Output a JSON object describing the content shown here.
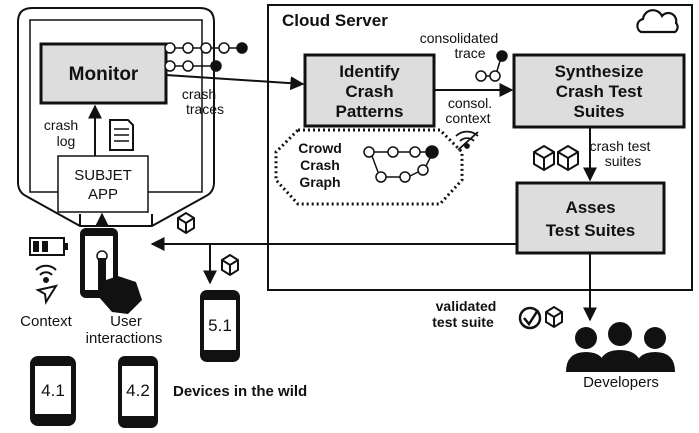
{
  "cloud": {
    "title": "Cloud Server"
  },
  "monitor": {
    "label": "Monitor"
  },
  "subject_app": {
    "line1": "SUBJET",
    "line2": "APP"
  },
  "crash_log": {
    "line1": "crash",
    "line2": "log"
  },
  "crash_traces": {
    "line1": "crash",
    "line2": "traces"
  },
  "identify": {
    "line1": "Identify",
    "line2": "Crash",
    "line3": "Patterns"
  },
  "consolidated": {
    "line1": "consolidated",
    "line2": "trace"
  },
  "consol_context": {
    "line1": "consol.",
    "line2": "context"
  },
  "synthesize": {
    "line1": "Synthesize",
    "line2": "Crash Test",
    "line3": "Suites"
  },
  "crowd_graph": {
    "line1": "Crowd",
    "line2": "Crash",
    "line3": "Graph"
  },
  "crash_test_suites": {
    "line1": "crash test",
    "line2": "suites"
  },
  "assess": {
    "line1": "Asses",
    "line2": "Test Suites"
  },
  "context": {
    "label": "Context"
  },
  "user_interactions": {
    "line1": "User",
    "line2": "interactions"
  },
  "validated": {
    "line1": "validated",
    "line2": "test suite"
  },
  "developers": {
    "label": "Developers"
  },
  "devices": {
    "d1": "4.1",
    "d2": "4.2",
    "d3": "5.1",
    "caption": "Devices in the wild"
  }
}
